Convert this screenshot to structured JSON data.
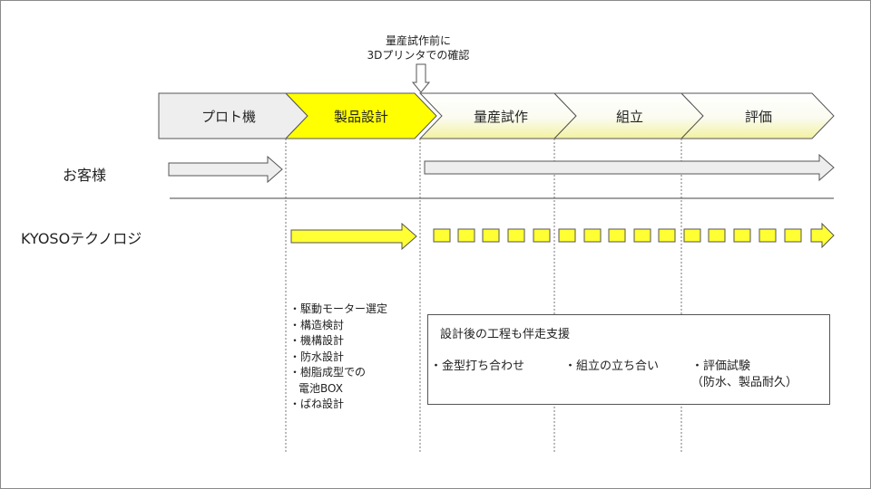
{
  "note": {
    "line1": "量産試作前に",
    "line2": "3Dプリンタでの確認"
  },
  "stages": [
    {
      "label": "プロト機"
    },
    {
      "label": "製品設計"
    },
    {
      "label": "量産試作"
    },
    {
      "label": "組立"
    },
    {
      "label": "評価"
    }
  ],
  "rows": {
    "customer": "お客様",
    "company": "KYOSOテクノロジ"
  },
  "design_tasks": [
    "・駆動モーター選定",
    "・構造検討",
    "・機構設計",
    "・防水設計",
    "・樹脂成型での",
    "電池BOX",
    "・ばね設計"
  ],
  "support": {
    "title": "設計後の工程も伴走支援",
    "items": [
      {
        "line1": "・金型打ち合わせ",
        "line2": ""
      },
      {
        "line1": "・組立の立ち合い",
        "line2": ""
      },
      {
        "line1": "・評価試験",
        "line2": "（防水、製品耐久）"
      }
    ]
  },
  "colors": {
    "highlight": "#ffff00",
    "gray_fill": "#eeeeee",
    "outline": "#555555",
    "arrow_yellow": "#ffff33"
  }
}
